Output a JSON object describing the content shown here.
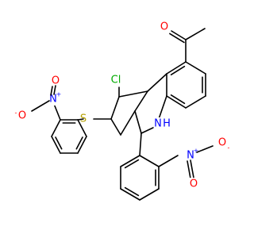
{
  "structure": {
    "colors": {
      "bond": "#000000",
      "oxygen": "#ff0000",
      "nitrogen": "#0000ff",
      "chlorine": "#00aa00",
      "sulfur": "#b5a000",
      "carbon": "#000000"
    },
    "atom_labels": [
      {
        "text": "O",
        "element": "oxygen"
      },
      {
        "text": "Cl",
        "element": "chlorine"
      },
      {
        "text": "O",
        "element": "oxygen"
      },
      {
        "text": "N",
        "element": "nitrogen",
        "charge": "+"
      },
      {
        "text": "O",
        "element": "oxygen",
        "charge": "-"
      },
      {
        "text": "S",
        "element": "sulfur"
      },
      {
        "text": "N",
        "element": "nitrogen"
      },
      {
        "text": "H",
        "element": "nitrogen"
      },
      {
        "text": "N",
        "element": "nitrogen",
        "charge": "+"
      },
      {
        "text": "O",
        "element": "oxygen"
      },
      {
        "text": "O",
        "element": "oxygen",
        "charge": "-"
      }
    ]
  }
}
